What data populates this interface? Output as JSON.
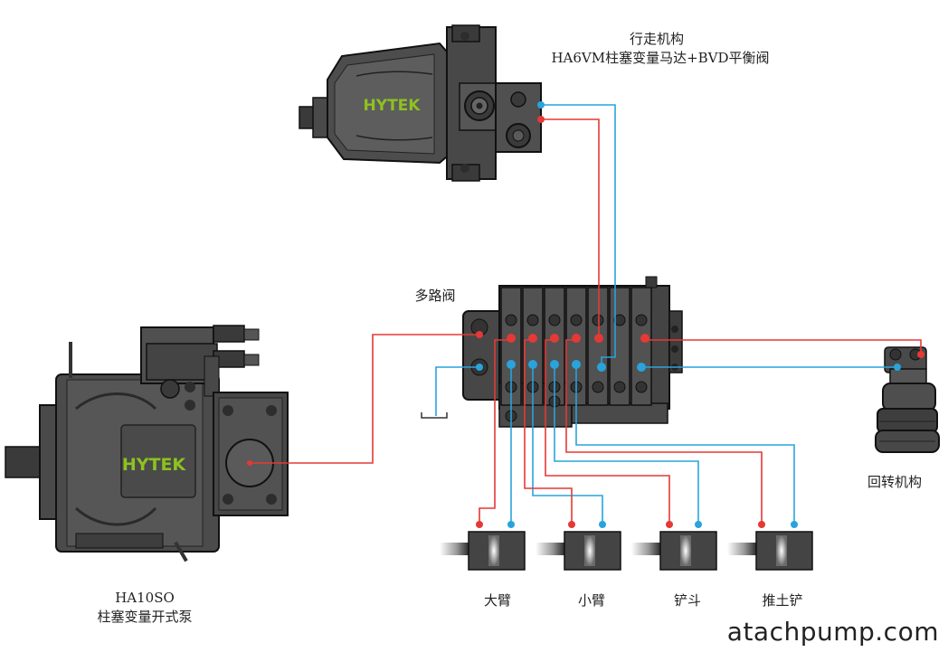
{
  "labels": {
    "travel_title": "行走机构",
    "travel_motor": "HA6VM柱塞变量马达+BVD平衡阀",
    "valve": "多路阀",
    "pump_model": "HA10SO",
    "pump_desc": "柱塞变量开式泵",
    "swing": "回转机构",
    "cyl1": "大臂",
    "cyl2": "小臂",
    "cyl3": "铲斗",
    "cyl4": "推土铲"
  },
  "logo": {
    "pump": "HYTEK",
    "motor": "HYTEK"
  },
  "watermark": "atachpump.com",
  "colors": {
    "pressure_line": "#e53935",
    "return_line": "#29a3dc",
    "body_dark": "#3c3c3c",
    "body_mid": "#5a5a5a",
    "logo": "#8dc21f"
  }
}
